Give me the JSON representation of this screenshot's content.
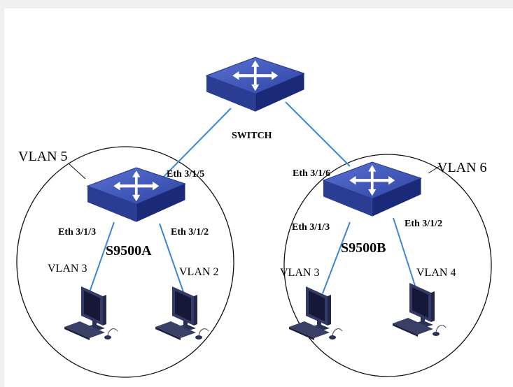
{
  "diagram": {
    "core_switch": {
      "label": "SWITCH",
      "badge": "SWITCH"
    },
    "switch_a": {
      "label": "S9500A",
      "badge": "SWITCH",
      "uplink_port": "Eth 3/1/5",
      "port_left": "Eth 3/1/3",
      "port_right": "Eth 3/1/2"
    },
    "switch_b": {
      "label": "S9500B",
      "badge": "SWITCH",
      "uplink_port": "Eth 3/1/6",
      "port_left": "Eth 3/1/3",
      "port_right": "Eth 3/1/2"
    },
    "vlan_a": "VLAN 5",
    "vlan_b": "VLAN 6",
    "pcs": [
      {
        "vlan": "VLAN 3"
      },
      {
        "vlan": "VLAN 2"
      },
      {
        "vlan": "VLAN 3"
      },
      {
        "vlan": "VLAN 4"
      }
    ],
    "colors": {
      "link": "#3c86d6",
      "switch_top": "#3d53b5",
      "switch_side": "#1b2a78",
      "monitor": "#1a1d3c"
    }
  }
}
